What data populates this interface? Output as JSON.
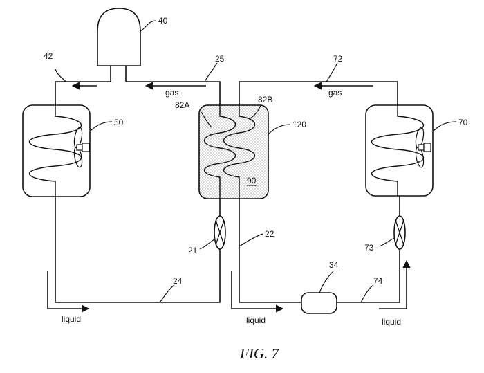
{
  "figure": {
    "caption": "FIG. 7"
  },
  "labels": {
    "compressor": "40",
    "line_42": "42",
    "line_25": "25",
    "left_exchanger": "50",
    "coil_82a": "82A",
    "coil_82b": "82B",
    "tank": "120",
    "fluid_90": "90",
    "right_exchanger": "70",
    "line_72": "72",
    "valve_21": "21",
    "line_22": "22",
    "valve_73": "73",
    "receiver": "34",
    "line_24": "24",
    "line_74": "74"
  },
  "flow": {
    "gas": "gas",
    "liquid": "liquid"
  }
}
